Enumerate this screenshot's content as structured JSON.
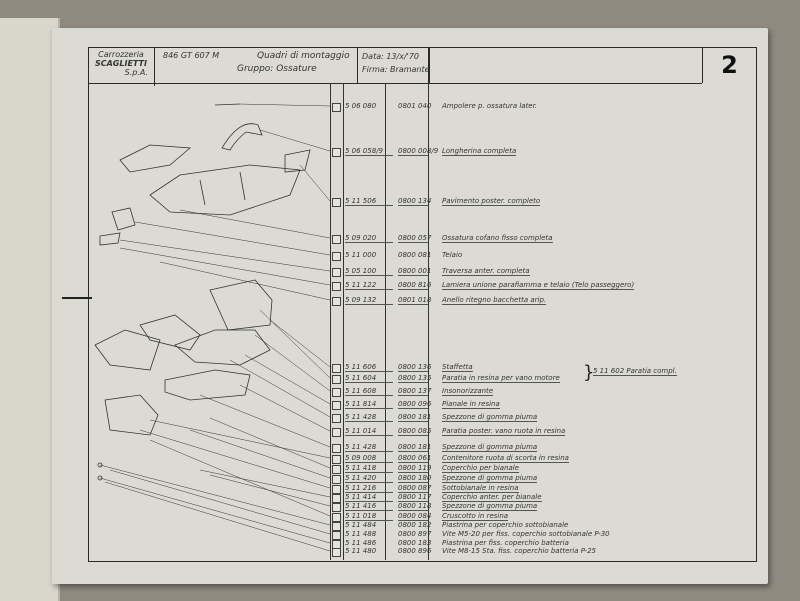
{
  "header": {
    "company_line1": "Carrozzeria",
    "company_line2": "SCAGLIETTI",
    "company_line3": "S.p.A.",
    "drawing_no": "846 GT 607 M",
    "title": "Quadri di montaggio",
    "group": "Gruppo: Ossature",
    "date": "Data: 13/x/'70",
    "signature": "Firma: Bramante",
    "page_number": "2"
  },
  "rows": [
    {
      "code": "5 06 080",
      "ref": "0801 040",
      "desc": "Ampolere p. ossatura later."
    },
    {
      "code": "5 06 058/9",
      "ref": "0800 008/9",
      "desc": "Longherina completa"
    },
    {
      "code": "5 11 506",
      "ref": "0800 134",
      "desc": "Pavimento poster. completo"
    },
    {
      "code": "5 09 020",
      "ref": "0800 057",
      "desc": "Ossatura cofano fisso completa"
    },
    {
      "code": "5 11 000",
      "ref": "0800 081",
      "desc": "Telaio"
    },
    {
      "code": "5 05 100",
      "ref": "0800 001",
      "desc": "Traversa anter. completa"
    },
    {
      "code": "5 11 122",
      "ref": "0800 816",
      "desc": "Lamiera unione parafiamma e telaio (Telo passeggero)"
    },
    {
      "code": "5 09 132",
      "ref": "0801 018",
      "desc": "Anello ritegno bacchetta arip."
    },
    {
      "code": "5 11 606",
      "ref": "0800 136",
      "desc": "Staffetta"
    },
    {
      "code": "5 11 604",
      "ref": "0800 135",
      "desc": "Paratia in resina per vano motore"
    },
    {
      "code": "5 11 608",
      "ref": "0800 137",
      "desc": "Insonorizzante"
    },
    {
      "code": "5 11 814",
      "ref": "0800 096",
      "desc": "Pianale in resina"
    },
    {
      "code": "5 11 428",
      "ref": "0800 181",
      "desc": "Spezzone di gomma piuma"
    },
    {
      "code": "5 11 014",
      "ref": "0800 085",
      "desc": "Paratia poster. vano ruota in resina"
    },
    {
      "code": "5 11 428",
      "ref": "0800 181",
      "desc": "Spezzone di gomma piuma"
    },
    {
      "code": "5 09 008",
      "ref": "0800 061",
      "desc": "Contenitore ruota di scorta in resina"
    },
    {
      "code": "5 11 418",
      "ref": "0800 119",
      "desc": "Coperchio per bianale"
    },
    {
      "code": "5 11 420",
      "ref": "0800 180",
      "desc": "Spezzone di gomma piuma"
    },
    {
      "code": "5 11 216",
      "ref": "0800 087",
      "desc": "Sottobianale in resina"
    },
    {
      "code": "5 11 414",
      "ref": "0800 117",
      "desc": "Coperchio anter. per bianale"
    },
    {
      "code": "5 11 416",
      "ref": "0800 118",
      "desc": "Spezzone di gomma piuma"
    },
    {
      "code": "5 11 018",
      "ref": "0800 084",
      "desc": "Cruscotto in resina"
    },
    {
      "code": "5 11 484",
      "ref": "0800 182",
      "desc": "Piastrina per coperchio sottobianale"
    },
    {
      "code": "5 11 488",
      "ref": "0800 897",
      "desc": "Vite M5-20 per fiss. coperchio sottobianale P-30"
    },
    {
      "code": "5 11 486",
      "ref": "0800 183",
      "desc": "Piastrina per fiss. coperchio batteria"
    },
    {
      "code": "5 11 480",
      "ref": "0800 896",
      "desc": "Vite M8-15 Sta. fiss. coperchio batteria P-25"
    }
  ],
  "group_note": "5 11 602   Paratia compl."
}
